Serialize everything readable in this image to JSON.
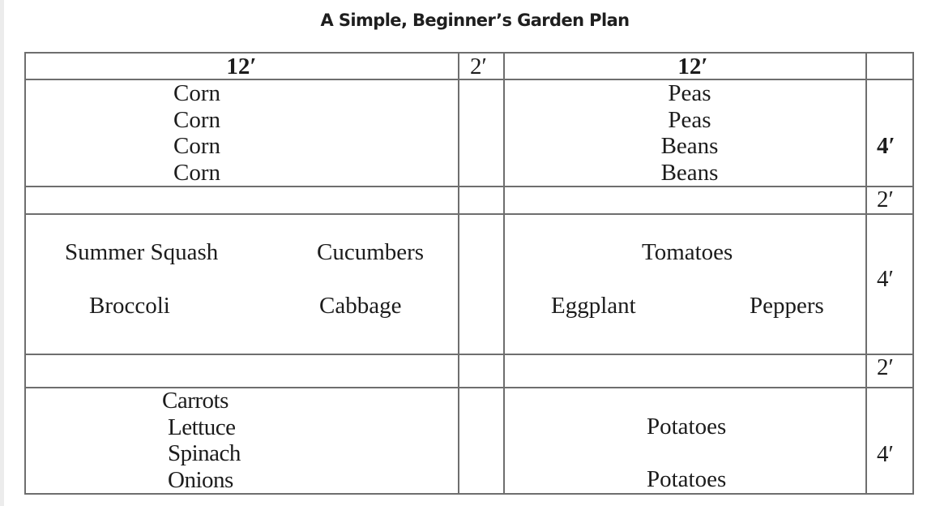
{
  "title": "A Simple, Beginner’s Garden Plan",
  "header_row": {
    "left_width": "12′",
    "path_width": "2′",
    "right_width": "12′",
    "side": ""
  },
  "rows": [
    {
      "type": "bed",
      "height_label": "4′",
      "left_plants": [
        "Corn",
        "Corn",
        "Corn",
        "Corn"
      ],
      "right_plants": [
        "Peas",
        "Peas",
        "Beans",
        "Beans"
      ]
    },
    {
      "type": "path",
      "height_label": "2′"
    },
    {
      "type": "bed",
      "height_label": "4′",
      "left_plants": [
        "Summer Squash",
        "Cucumbers",
        "Broccoli",
        "Cabbage"
      ],
      "right_plants": [
        "Tomatoes",
        "Eggplant",
        "Peppers"
      ]
    },
    {
      "type": "path",
      "height_label": "2′"
    },
    {
      "type": "bed",
      "height_label": "4′",
      "left_plants": [
        "Carrots",
        "Lettuce",
        "Spinach",
        "Onions"
      ],
      "right_plants": [
        "Potatoes",
        "Potatoes"
      ]
    }
  ]
}
